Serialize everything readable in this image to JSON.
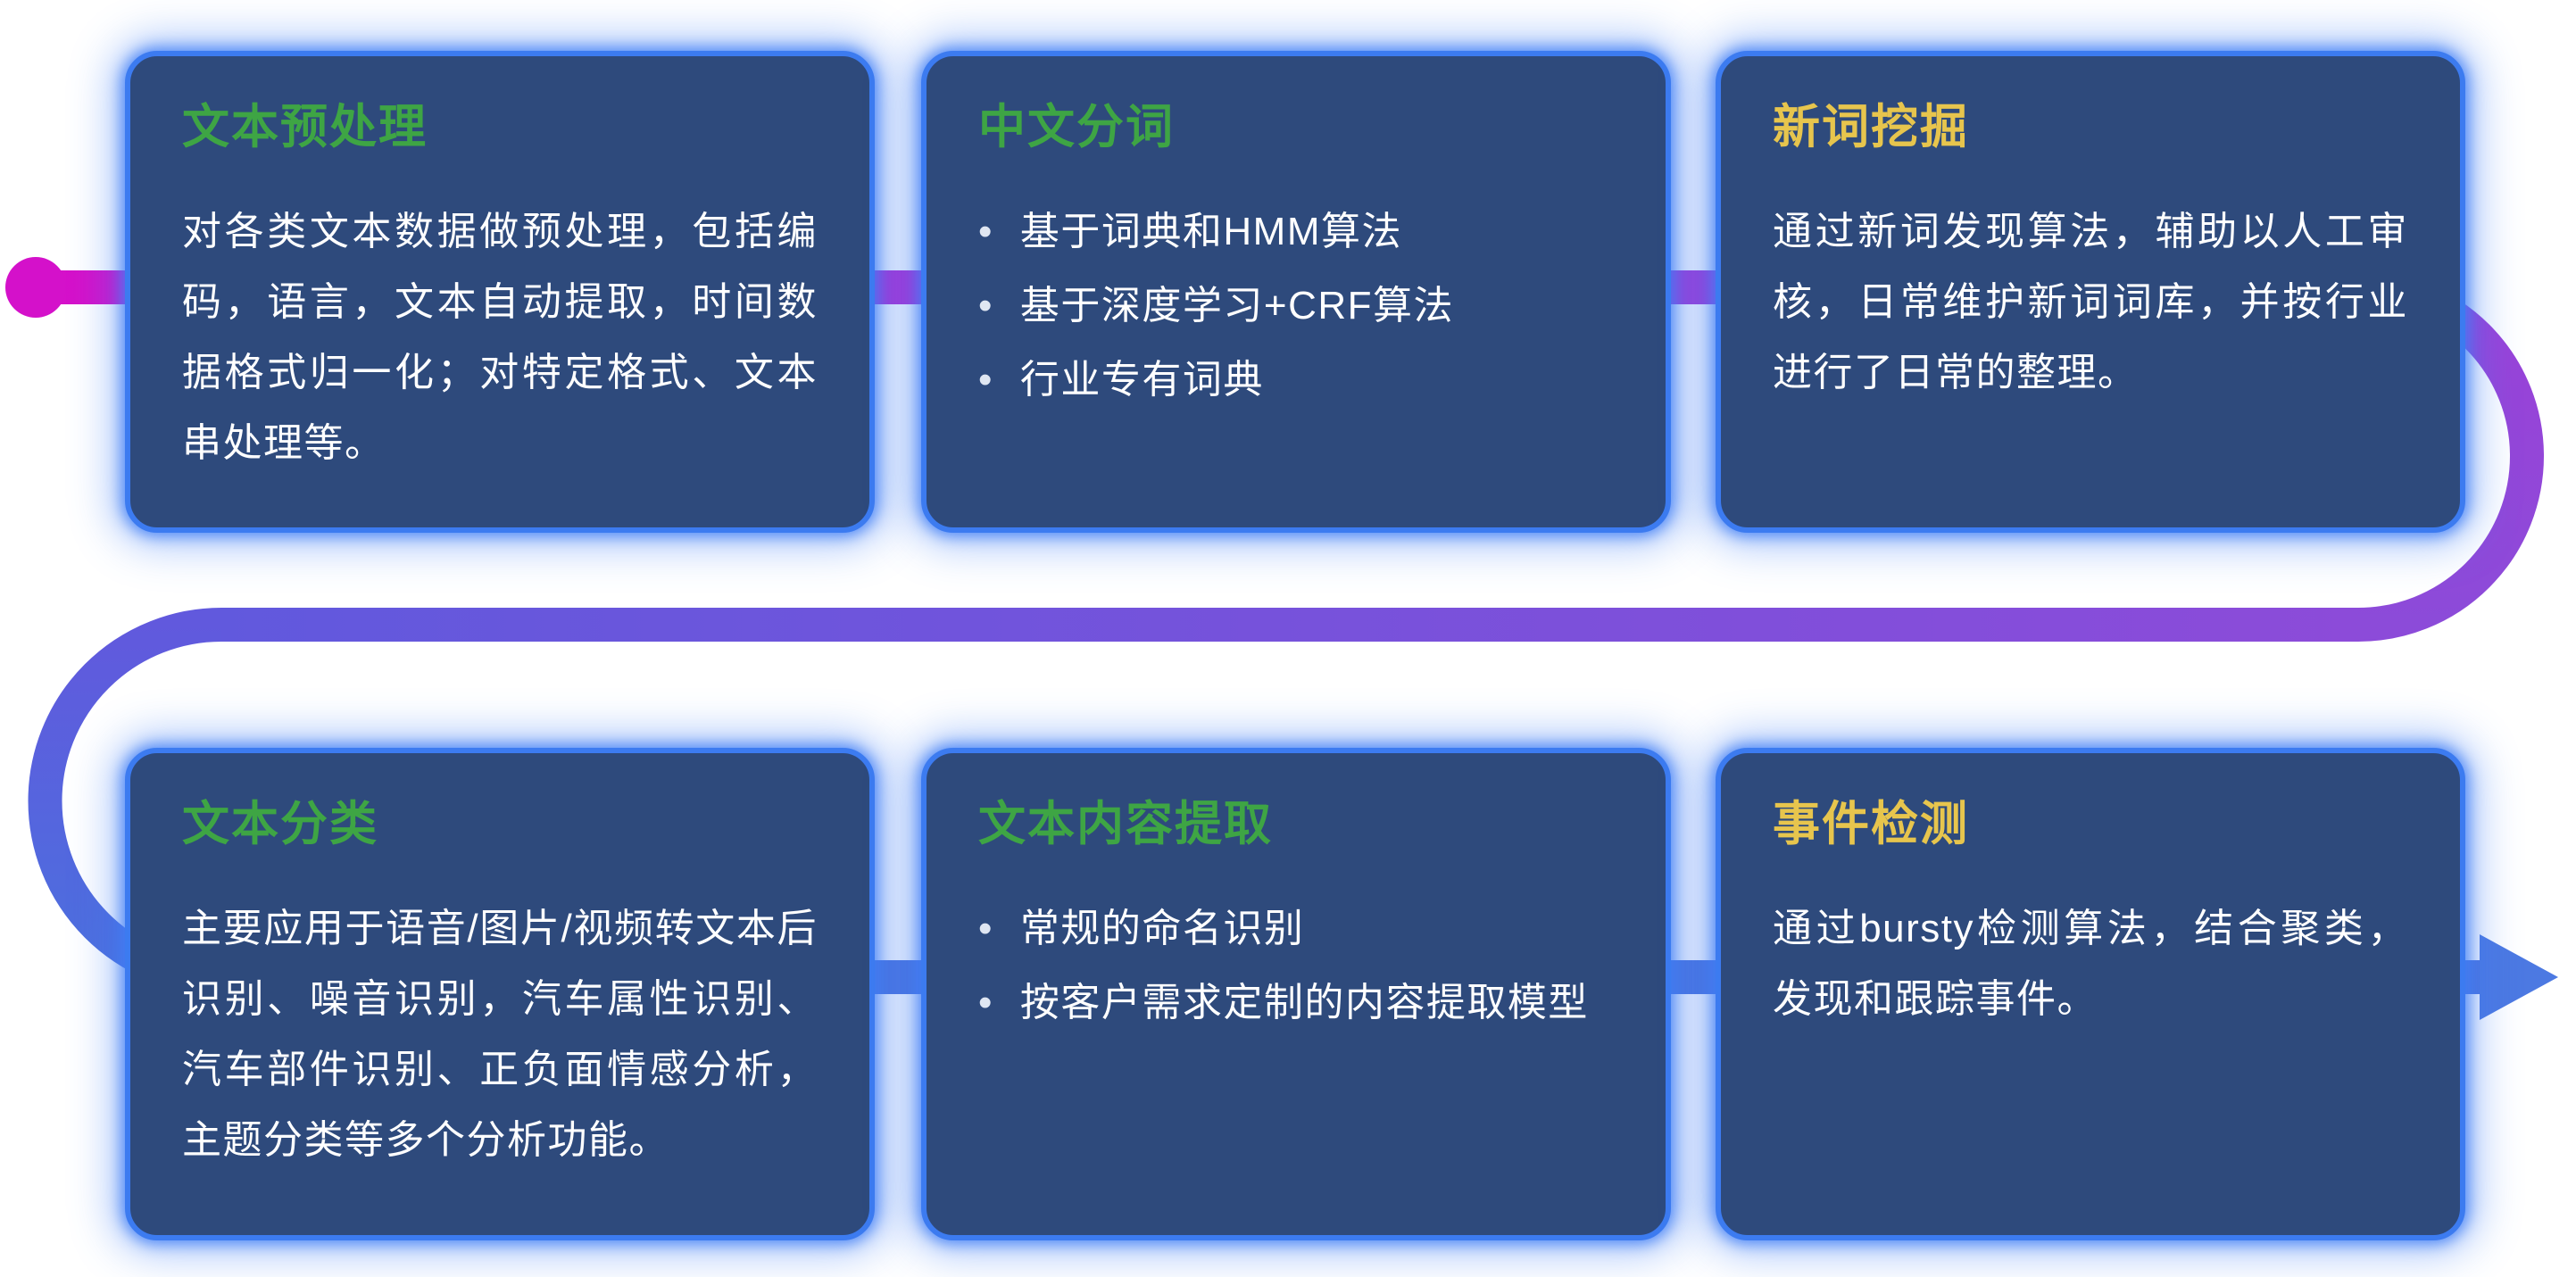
{
  "page": {
    "background": "#ffffff"
  },
  "palette": {
    "card_background": "#2e4a7c",
    "card_border_glow": "#3c7bf0",
    "title_green": "#3ea544",
    "title_yellow": "#e7c54d",
    "body_text": "#ffffff",
    "flow_start_magenta": "#d70fc9",
    "flow_mid_purple": "#8c4bd9",
    "flow_end_blue": "#4c74df"
  },
  "flow": {
    "start_marker": "magenta-dot",
    "end_marker": "right-arrow"
  },
  "cards": [
    {
      "id": "text-preprocessing",
      "title": "文本预处理",
      "title_color": "green",
      "body": "对各类文本数据做预处理，包括编码，语言，文本自动提取，时间数据格式归一化；对特定格式、文本串处理等。"
    },
    {
      "id": "chinese-word-segmentation",
      "title": "中文分词",
      "title_color": "green",
      "bullets": [
        "基于词典和HMM算法",
        "基于深度学习+CRF算法",
        "行业专有词典"
      ]
    },
    {
      "id": "new-word-mining",
      "title": "新词挖掘",
      "title_color": "yellow",
      "body": "通过新词发现算法，辅助以人工审核，日常维护新词词库，并按行业进行了日常的整理。"
    },
    {
      "id": "text-classification",
      "title": "文本分类",
      "title_color": "green",
      "body": "主要应用于语音/图片/视频转文本后识别、噪音识别，汽车属性识别、汽车部件识别、正负面情感分析，主题分类等多个分析功能。"
    },
    {
      "id": "text-content-extraction",
      "title": "文本内容提取",
      "title_color": "green",
      "bullets": [
        "常规的命名识别",
        "按客户需求定制的内容提取模型"
      ]
    },
    {
      "id": "event-detection",
      "title": "事件检测",
      "title_color": "yellow",
      "body": "通过bursty检测算法，结合聚类，发现和跟踪事件。"
    }
  ]
}
